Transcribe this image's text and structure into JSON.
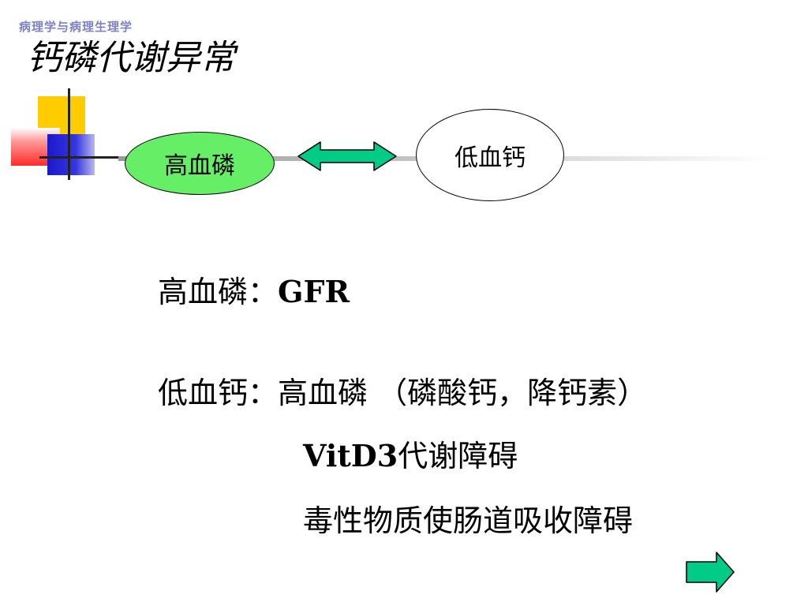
{
  "slide": {
    "banner": "病理学与病理生理学",
    "title": "钙磷代谢异常"
  },
  "diagram": {
    "left_node": "高血磷",
    "right_node": "低血钙",
    "left_color": "#66ee66",
    "arrow_color": "#00cc88"
  },
  "content": {
    "line1": {
      "label": "高血磷：",
      "text": "GFR"
    },
    "line2": {
      "label": "低血钙：",
      "text": "高血磷 （磷酸钙，降钙素）"
    },
    "line3": {
      "latin": "VitD3",
      "text": "代谢障碍"
    },
    "line4": {
      "text": "毒性物质使肠道吸收障碍"
    }
  },
  "nav": {
    "next_icon": "arrow-right-icon"
  }
}
